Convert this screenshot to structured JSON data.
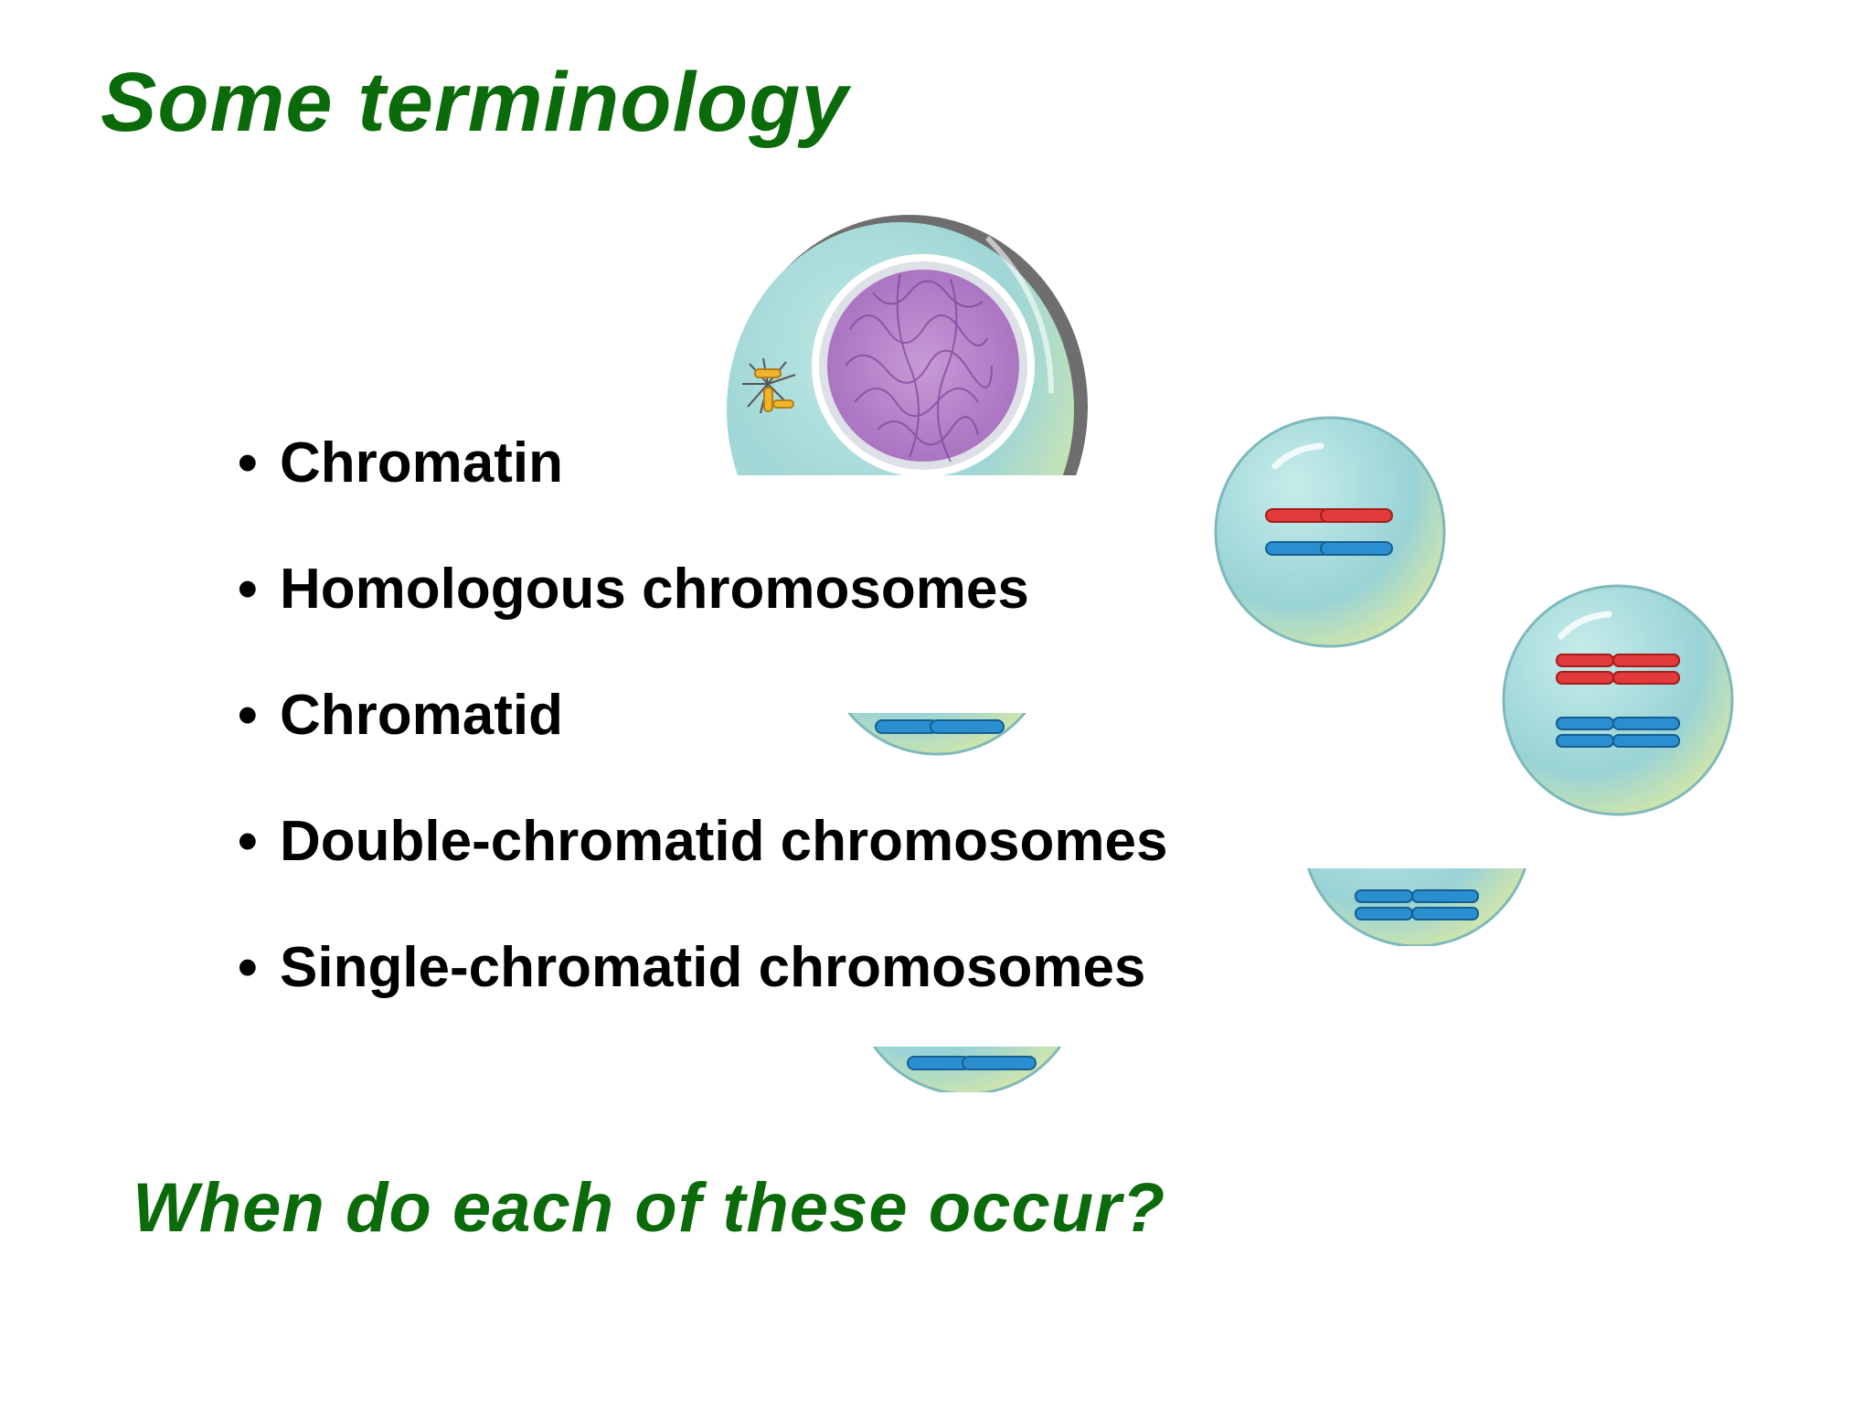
{
  "slide": {
    "title": "Some terminology",
    "bullets": [
      {
        "marker": "•",
        "text": "Chromatin"
      },
      {
        "marker": "•",
        "text": "Homologous chromosomes"
      },
      {
        "marker": "•",
        "text": "Chromatid"
      },
      {
        "marker": "•",
        "text": "Double-chromatid chromosomes"
      },
      {
        "marker": "•",
        "text": "Single-chromatid chromosomes"
      }
    ],
    "question": "When do each of these occur?"
  },
  "colors": {
    "heading_green": "#0b6b0b",
    "cell_fill": "#9fd6d6",
    "nucleus_purple": "#b784c9",
    "chromosome_red": "#e23b3b",
    "chromosome_blue": "#2a8fd0",
    "centrosome_orange": "#f0b431"
  },
  "illustration": {
    "icons": [
      "interphase-cell-icon",
      "homologous-pair-cell-icon",
      "duplicated-homologous-pair-cell-icon",
      "single-chromatid-cell-fragment-icon",
      "double-chromatid-cell-fragment-icon"
    ]
  }
}
